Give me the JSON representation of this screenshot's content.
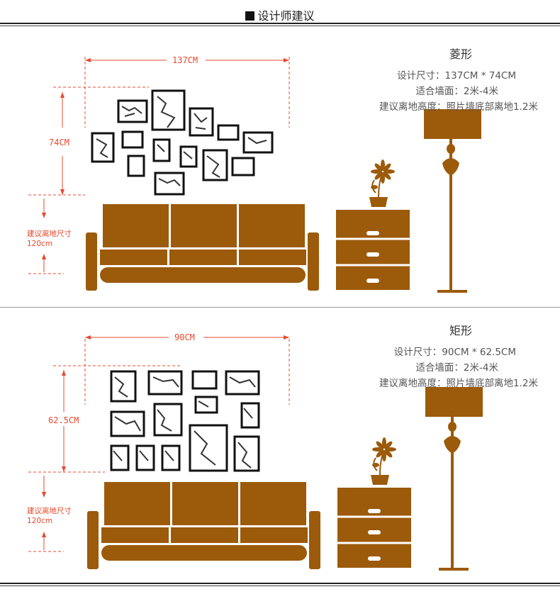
{
  "header": {
    "title": "设计师建议"
  },
  "panels": [
    {
      "shape_name": "菱形",
      "size_text": "设计尺寸：137CM * 74CM",
      "wall_text": "适合墙面：2米-4米",
      "height_text": "建议离地高度：照片墙底部离地1.2米",
      "width_dim": "137CM",
      "height_dim": "74CM",
      "floor_label_line1": "建议离地尺寸",
      "floor_label_line2": "120cm"
    },
    {
      "shape_name": "矩形",
      "size_text": "设计尺寸：90CM * 62.5CM",
      "wall_text": "适合墙面：2米-4米",
      "height_text": "建议离地高度：照片墙底部离地1.2米",
      "width_dim": "90CM",
      "height_dim": "62.5CM",
      "floor_label_line1": "建议离地尺寸",
      "floor_label_line2": "120cm"
    }
  ],
  "colors": {
    "furniture": "#9c5a0b",
    "dimension": "#e8492e",
    "frame": "#111111"
  },
  "icons": [
    "flower-icon",
    "floor-lamp-icon",
    "sofa-icon",
    "nightstand-icon"
  ]
}
